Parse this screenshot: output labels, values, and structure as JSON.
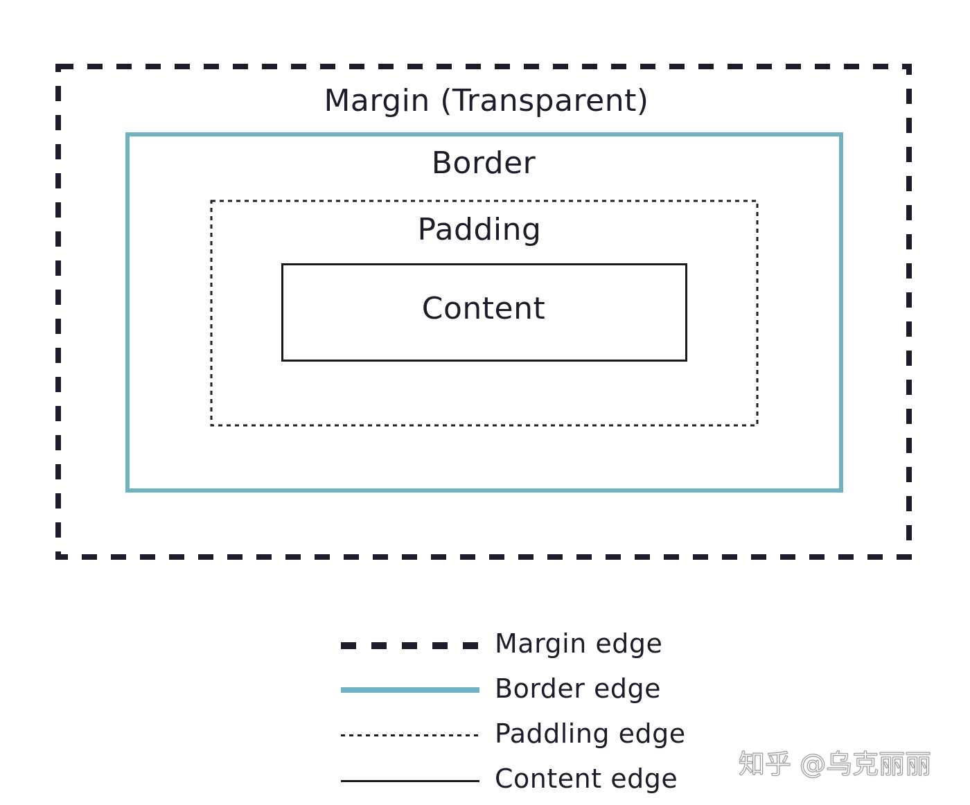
{
  "diagram": {
    "boxes": {
      "margin": "Margin (Transparent)",
      "border": "Border",
      "padding": "Padding",
      "content": "Content"
    },
    "legend": [
      {
        "label": "Margin edge"
      },
      {
        "label": "Border edge"
      },
      {
        "label": "Paddling edge"
      },
      {
        "label": "Content edge"
      }
    ],
    "colors": {
      "border_edge": "#6fb3c0",
      "margin_edge": "#1c1c2b",
      "content_edge": "#1a1a1a"
    }
  },
  "watermark": "知乎 @乌克丽丽"
}
